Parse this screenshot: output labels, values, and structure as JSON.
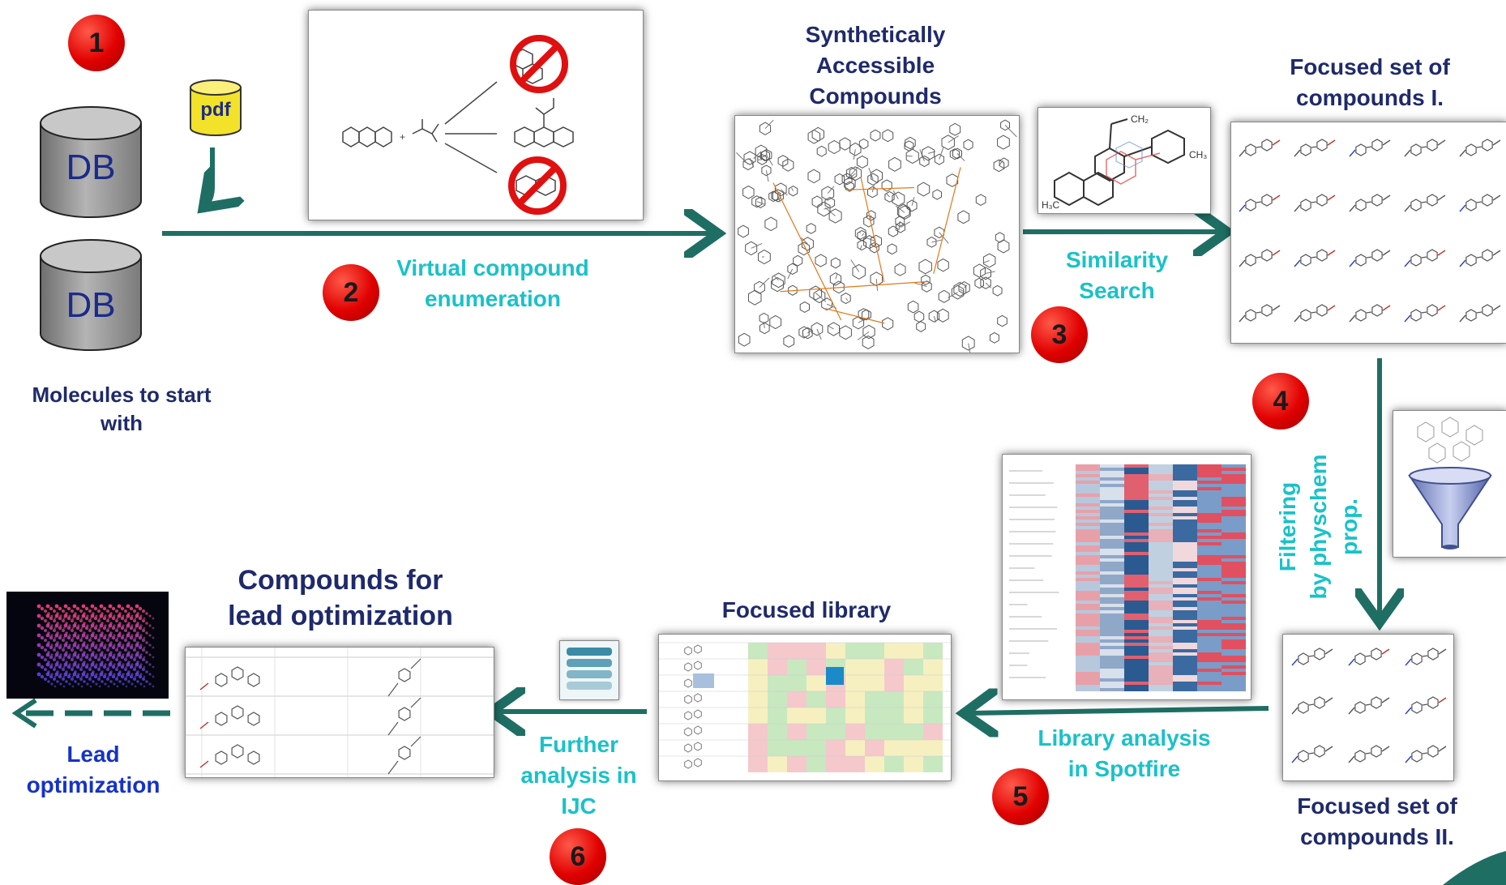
{
  "steps": [
    "1",
    "2",
    "3",
    "4",
    "5",
    "6"
  ],
  "db_label": "DB",
  "pdf_label": "pdf",
  "labels": {
    "start": [
      "Molecules to start",
      "with"
    ],
    "enumeration": [
      "Virtual compound",
      "enumeration"
    ],
    "accessible": [
      "Synthetically",
      "Accessible",
      "Compounds"
    ],
    "similarity": [
      "Similarity",
      "Search"
    ],
    "focused1": [
      "Focused set of",
      "compounds I."
    ],
    "filtering": [
      "Filtering",
      "by physchem",
      "prop."
    ],
    "focused2": [
      "Focused set of",
      "compounds II."
    ],
    "spotfire": [
      "Library analysis",
      "in Spotfire"
    ],
    "library": "Focused library",
    "ijc": [
      "Further",
      "analysis in",
      "IJC"
    ],
    "lead_compounds": [
      "Compounds for",
      "lead optimization"
    ],
    "lead_opt": [
      "Lead",
      "optimization"
    ]
  },
  "colors": {
    "arrow": "#1f6e64",
    "navy": "#1f2a6b",
    "teal": "#19c2c8",
    "badge": "#e00000",
    "db_fill": "#9a9a9a"
  }
}
